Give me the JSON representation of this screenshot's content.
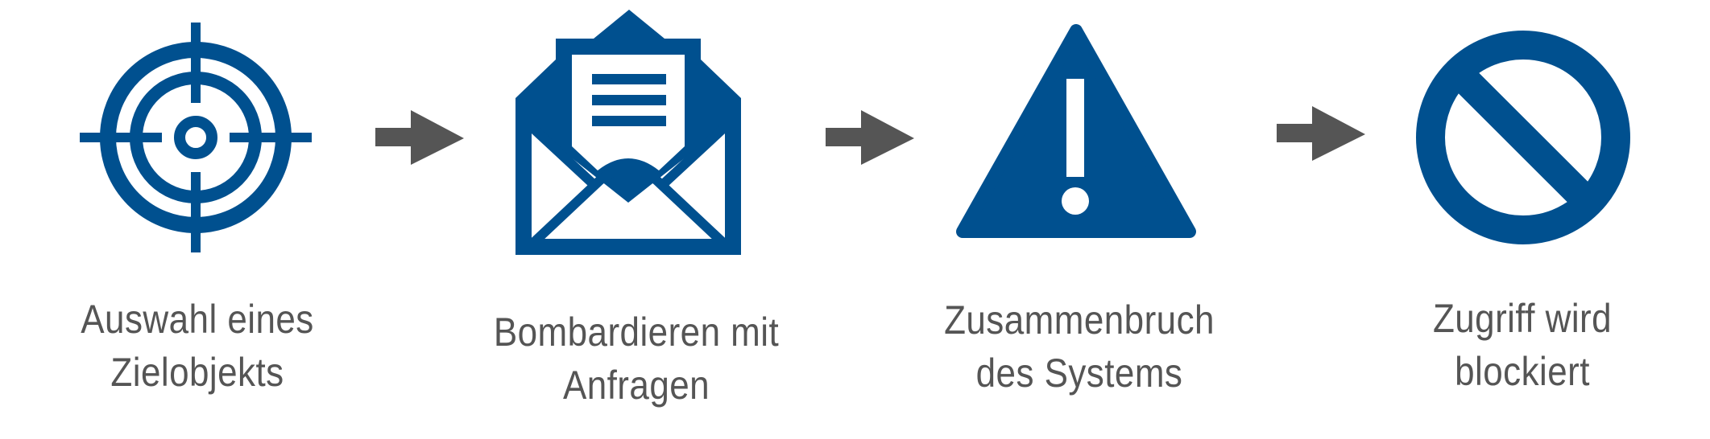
{
  "colors": {
    "icon_blue": "#00508F",
    "arrow_gray": "#555555",
    "text_gray": "#555555",
    "background": "#FFFFFF"
  },
  "steps": [
    {
      "icon": "crosshair-target-icon",
      "label_lines": [
        "Auswahl eines",
        "Zielobjekts"
      ]
    },
    {
      "icon": "open-envelope-letter-icon",
      "label_lines": [
        "Bombardieren mit",
        "Anfragen"
      ]
    },
    {
      "icon": "warning-triangle-icon",
      "label_lines": [
        "Zusammenbruch",
        "des Systems"
      ]
    },
    {
      "icon": "prohibited-sign-icon",
      "label_lines": [
        "Zugriff wird",
        "blockiert"
      ]
    }
  ],
  "connectors": [
    {
      "icon": "arrow-right-icon"
    },
    {
      "icon": "arrow-right-icon"
    },
    {
      "icon": "arrow-right-icon"
    }
  ]
}
